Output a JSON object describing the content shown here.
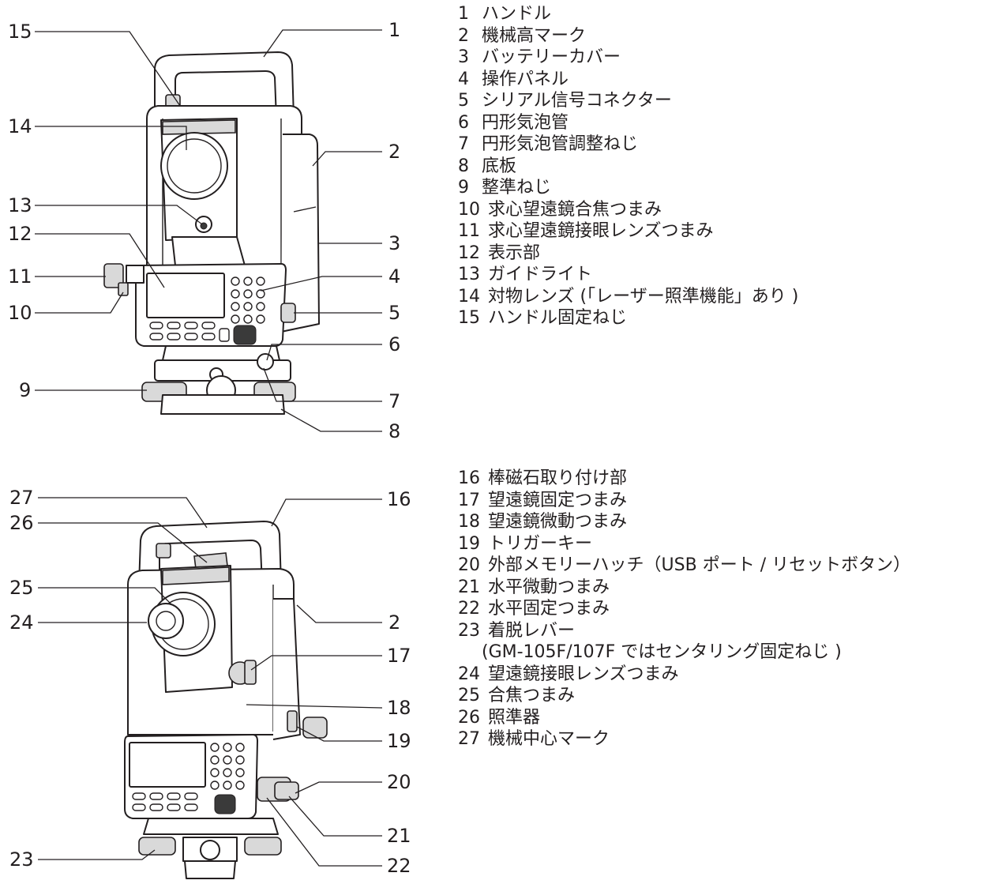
{
  "top_diagram": {
    "callouts": [
      "15",
      "14",
      "13",
      "12",
      "11",
      "10",
      "9",
      "1",
      "2",
      "3",
      "4",
      "5",
      "6",
      "7",
      "8"
    ],
    "legend": [
      {
        "num": "1",
        "text": "ハンドル"
      },
      {
        "num": "2",
        "text": "機械高マーク"
      },
      {
        "num": "3",
        "text": "バッテリーカバー"
      },
      {
        "num": "4",
        "text": "操作パネル"
      },
      {
        "num": "5",
        "text": "シリアル信号コネクター"
      },
      {
        "num": "6",
        "text": "円形気泡管"
      },
      {
        "num": "7",
        "text": "円形気泡管調整ねじ"
      },
      {
        "num": "8",
        "text": "底板"
      },
      {
        "num": "9",
        "text": "整準ねじ"
      },
      {
        "num": "10",
        "text": "求心望遠鏡合焦つまみ"
      },
      {
        "num": "11",
        "text": "求心望遠鏡接眼レンズつまみ"
      },
      {
        "num": "12",
        "text": "表示部"
      },
      {
        "num": "13",
        "text": "ガイドライト"
      },
      {
        "num": "14",
        "text": "対物レンズ (「レーザー照準機能」あり )"
      },
      {
        "num": "15",
        "text": "ハンドル固定ねじ"
      }
    ]
  },
  "bottom_diagram": {
    "callouts": [
      "27",
      "26",
      "25",
      "24",
      "23",
      "16",
      "2",
      "17",
      "18",
      "19",
      "20",
      "21",
      "22"
    ],
    "legend": [
      {
        "num": "16",
        "text": "棒磁石取り付け部"
      },
      {
        "num": "17",
        "text": "望遠鏡固定つまみ"
      },
      {
        "num": "18",
        "text": "望遠鏡微動つまみ"
      },
      {
        "num": "19",
        "text": "トリガーキー"
      },
      {
        "num": "20",
        "text": "外部メモリーハッチ（USB ポート / リセットボタン）"
      },
      {
        "num": "21",
        "text": "水平微動つまみ"
      },
      {
        "num": "22",
        "text": "水平固定つまみ"
      },
      {
        "num": "23",
        "text": "着脱レバー"
      },
      {
        "num": "",
        "text": "(GM-105F/107F ではセンタリング固定ねじ )"
      },
      {
        "num": "24",
        "text": "望遠鏡接眼レンズつまみ"
      },
      {
        "num": "25",
        "text": "合焦つまみ"
      },
      {
        "num": "26",
        "text": "照準器"
      },
      {
        "num": "27",
        "text": "機械中心マーク"
      }
    ]
  }
}
